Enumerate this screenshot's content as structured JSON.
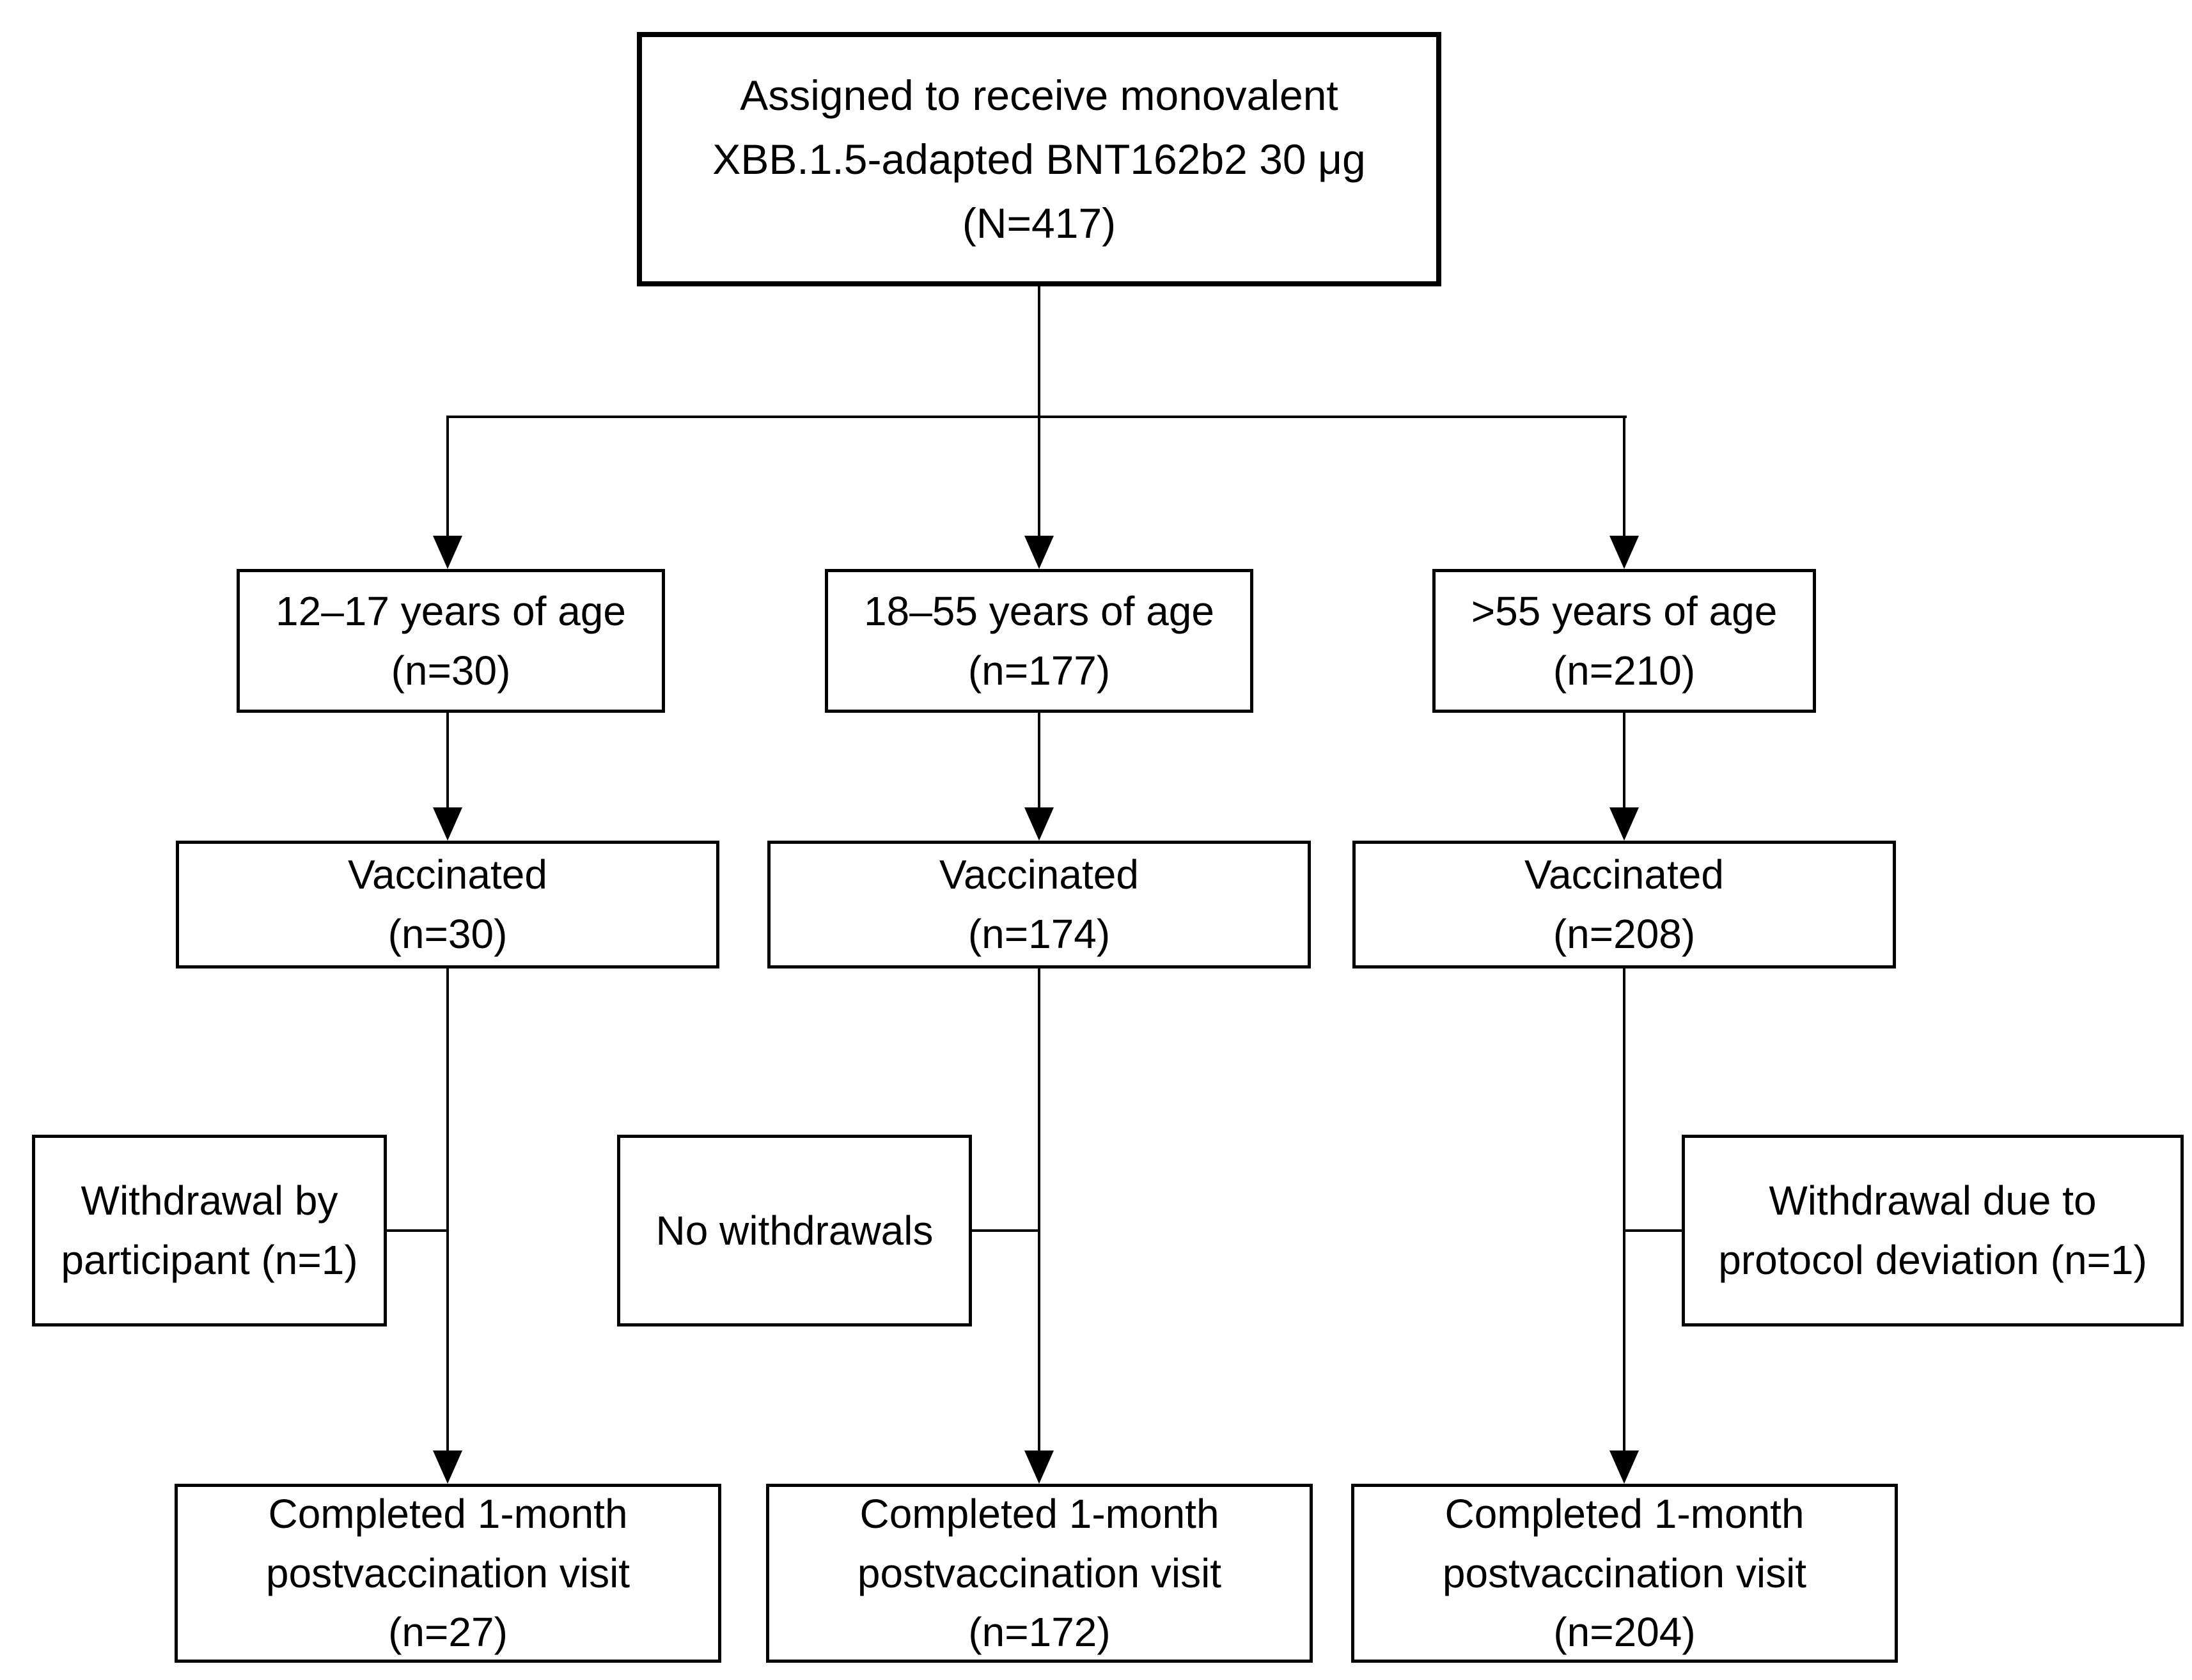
{
  "flow": {
    "assigned": [
      "Assigned to receive monovalent",
      "XBB.1.5-adapted BNT162b2 30 μg",
      "(N=417)"
    ],
    "columns": [
      {
        "age": [
          "12–17 years of age",
          "(n=30)"
        ],
        "vaccinated": [
          "Vaccinated",
          "(n=30)"
        ],
        "withdrawal": [
          "Withdrawal by",
          "participant (n=1)"
        ],
        "completed": [
          "Completed 1-month",
          "postvaccination visit",
          "(n=27)"
        ]
      },
      {
        "age": [
          "18–55 years of age",
          "(n=177)"
        ],
        "vaccinated": [
          "Vaccinated",
          "(n=174)"
        ],
        "withdrawal": [
          "No withdrawals"
        ],
        "completed": [
          "Completed 1-month",
          "postvaccination visit",
          "(n=172)"
        ]
      },
      {
        "age": [
          ">55 years of age",
          "(n=210)"
        ],
        "vaccinated": [
          "Vaccinated",
          "(n=208)"
        ],
        "withdrawal": [
          "Withdrawal due to",
          "protocol deviation (n=1)"
        ],
        "completed": [
          "Completed 1-month",
          "postvaccination visit",
          "(n=204)"
        ]
      }
    ]
  }
}
